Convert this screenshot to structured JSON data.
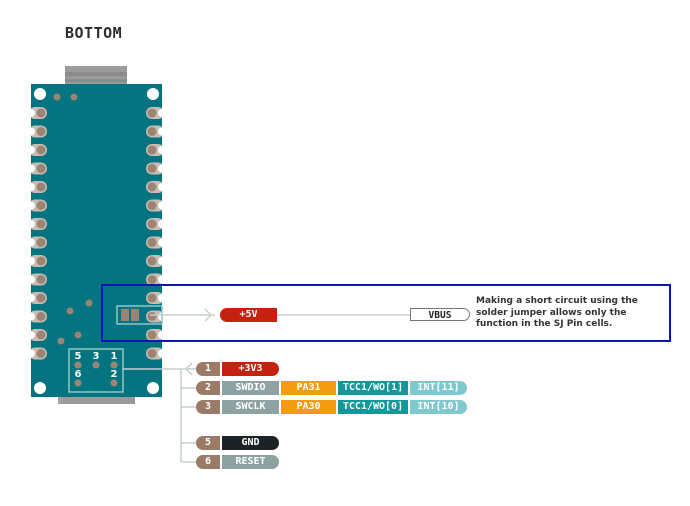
{
  "title": "BOTTOM",
  "colors": {
    "board": "#047580",
    "pad": "#9b8473",
    "jumper_box": "#8fc6c8",
    "highlight": "#0a15b5",
    "power_red": "#c4220f",
    "num_brown": "#9b7b66",
    "gray_label": "#8ea1a3",
    "orange_port": "#f39c12",
    "teal_func": "#12979a",
    "light_teal": "#7fc9ce",
    "gnd_black": "#1c2326"
  },
  "solder_jumper": {
    "label": "+5V",
    "target": "VBUS",
    "note": "Making a short circuit using the solder jumper allows only the function in the SJ Pin cells."
  },
  "swd_header": {
    "pad_labels": [
      "5",
      "3",
      "1",
      "6",
      "2"
    ],
    "pins": [
      {
        "num": "1",
        "name": "+3V3",
        "port": "",
        "func": "",
        "int": "",
        "type": "power"
      },
      {
        "num": "2",
        "name": "SWDIO",
        "port": "PA31",
        "func": "TCC1/WO[1]",
        "int": "INT[11]",
        "type": "signal"
      },
      {
        "num": "3",
        "name": "SWCLK",
        "port": "PA30",
        "func": "TCC1/WO[0]",
        "int": "INT[10]",
        "type": "signal"
      },
      {
        "num": "5",
        "name": "GND",
        "port": "",
        "func": "",
        "int": "",
        "type": "ground"
      },
      {
        "num": "6",
        "name": "RESET",
        "port": "",
        "func": "",
        "int": "",
        "type": "reset"
      }
    ]
  }
}
